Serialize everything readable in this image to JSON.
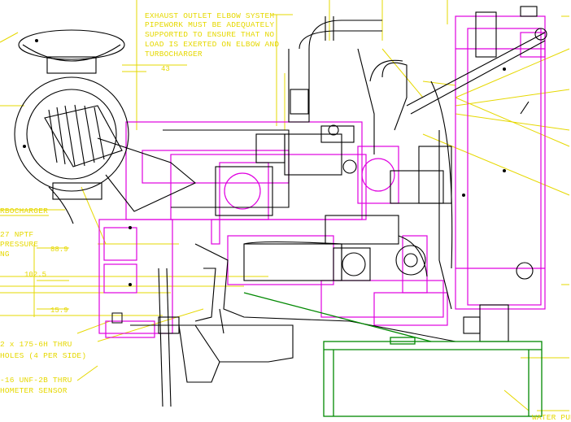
{
  "notes": {
    "exhaust_note": [
      "EXHAUST OUTLET ELBOW SYSTEM",
      "PIPEWORK MUST BE ADEQUATELY",
      "SUPPORTED TO ENSURE THAT NO",
      "LOAD IS EXERTED ON ELBOW AND",
      "TURBOCHARGER"
    ],
    "turbo_label": "RBOCHARGER",
    "pressure_note": [
      "27 NPTF",
      "PRESSURE",
      "NG"
    ],
    "holes_note": [
      "2 x 175-6H THRU",
      "HOLES (4 PER SIDE)"
    ],
    "sensor_note": [
      "-16 UNF-2B THRU",
      "HOMETER SENSOR"
    ],
    "water_pump": "WATER PUM"
  },
  "dimensions": {
    "d43": "43",
    "d889": "88.9",
    "d1025": "102.5",
    "d159": "15.9"
  },
  "colors": {
    "annotation": "#e6d800",
    "engine": "#e000e0",
    "outline": "#000000",
    "frame": "#008800"
  }
}
